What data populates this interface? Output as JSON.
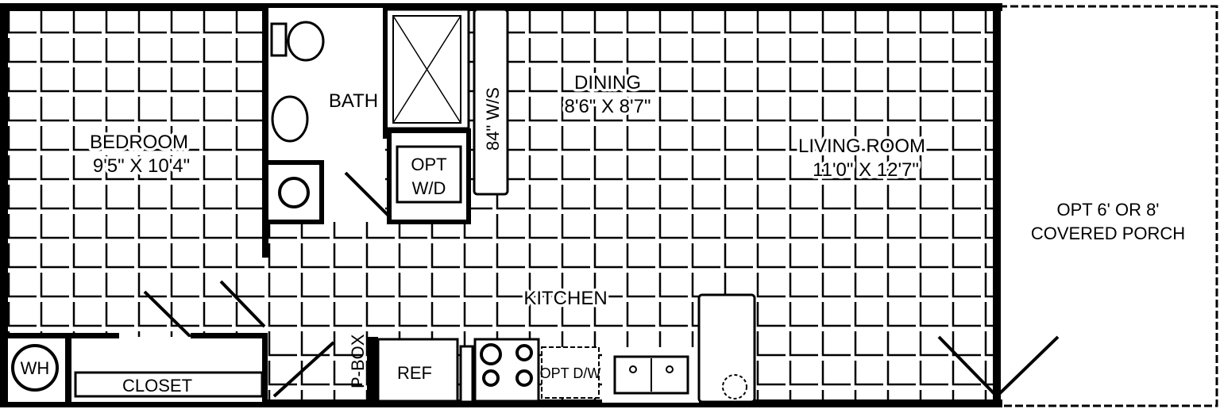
{
  "rooms": {
    "bedroom": {
      "name": "BEDROOM",
      "size": "9'5\" X 10'4\""
    },
    "bath": {
      "name": "BATH"
    },
    "dining": {
      "name": "DINING",
      "size": "8'6\" X 8'7\""
    },
    "living_room": {
      "name": "LIVING ROOM",
      "size": "11'0\" X 12'7\""
    },
    "kitchen": {
      "name": "KITCHEN"
    },
    "closet": {
      "name": "CLOSET"
    },
    "porch": {
      "line1": "OPT 6' OR 8'",
      "line2": "COVERED PORCH"
    }
  },
  "fixtures": {
    "water_heater": "WH",
    "washer_dryer": {
      "line1": "OPT",
      "line2": "W/D"
    },
    "wall_storage": "84\" W/S",
    "p_box": "P-BOX",
    "refrigerator": "REF",
    "dishwasher": "OPT D/W"
  }
}
